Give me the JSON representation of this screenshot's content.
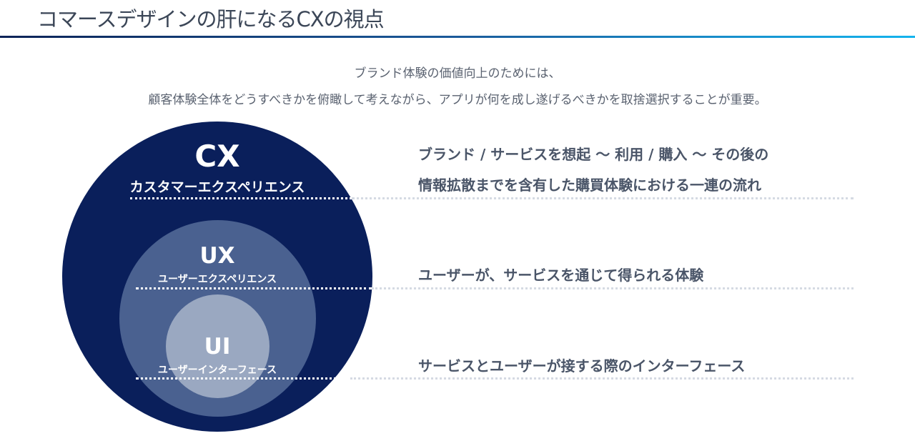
{
  "header": {
    "title": "コマースデザインの肝になるCXの視点"
  },
  "intro": {
    "line1": "ブランド体験の価値向上のためには、",
    "line2": "顧客体験全体をどうすべきかを俯瞰して考えながら、アプリが何を成し遂げるべきかを取捨選択することが重要。"
  },
  "colors": {
    "cx": "#0a1f5b",
    "ux": "#4a6190",
    "ui": "#9aa8c1",
    "text": "#4a5568",
    "rule_start": "#0b2357",
    "rule_end": "#14b4ee"
  },
  "layers": [
    {
      "abbr": "CX",
      "name": "カスタマーエクスペリエンス",
      "desc_lines": [
        "ブランド / サービスを想起 〜 利用 / 購入 〜 その後の",
        "情報拡散までを含有した購買体験における一連の流れ"
      ]
    },
    {
      "abbr": "UX",
      "name": "ユーザーエクスペリエンス",
      "desc_lines": [
        "ユーザーが、サービスを通じて得られる体験"
      ]
    },
    {
      "abbr": "UI",
      "name": "ユーザーインターフェース",
      "desc_lines": [
        "サービスとユーザーが接する際のインターフェース"
      ]
    }
  ]
}
